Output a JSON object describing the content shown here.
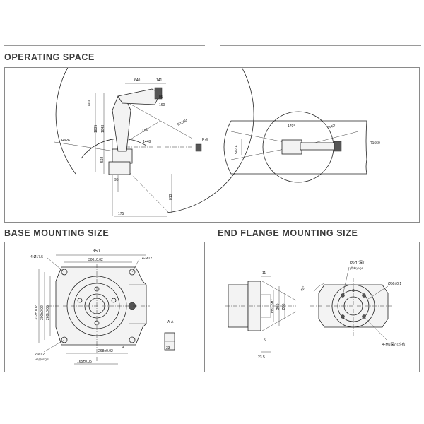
{
  "sections": {
    "operating_space": "OPERATING SPACE",
    "base_mounting": "BASE MOUNTING SIZE",
    "end_flange": "END FLANGE MOUNTING SIZE"
  },
  "operating_space": {
    "side_view": {
      "dims": {
        "d640": "640",
        "d141": "141",
        "d80": "80",
        "d160": "160",
        "d800": "800",
        "d1835": "1835",
        "d1043": "1043",
        "d592": "592",
        "r926": "R926",
        "r1660": "R1660",
        "d1448": "1448",
        "d180": "180",
        "d813": "813",
        "d95": "95",
        "d175": "175",
        "p_point": "P点"
      }
    },
    "top_view": {
      "dims": {
        "r420": "R420",
        "r1660": "R1660",
        "angle": "170°",
        "d507": "507.4"
      }
    }
  },
  "base_mounting": {
    "dims": {
      "d350": "350",
      "d300": "300±0.02",
      "holes_4_175": "4-Ø17.5",
      "holes_4_m12": "4-M12",
      "d332": "332±0.02",
      "d300v": "300±0.02",
      "d268v": "268±0.05",
      "d268": "268±0.02",
      "d165": "165±0.05",
      "pin_2_12": "2-Ø12",
      "pin_note": "H7深8EQS",
      "section_label": "A-A",
      "marker_a": "A",
      "d33": "33"
    }
  },
  "end_flange": {
    "dims": {
      "d11": "11",
      "d5": "5",
      "d31_5": "Ø31.5H7",
      "d80": "Ø80",
      "d50": "Ø50",
      "d23_5": "23.5",
      "d6h7": "Ø6H7深7",
      "d6h7_note": "(均布)EQS",
      "d50h": "Ø50±0.1",
      "angle45": "45°",
      "m6": "4-M6深7 (均布)"
    }
  }
}
